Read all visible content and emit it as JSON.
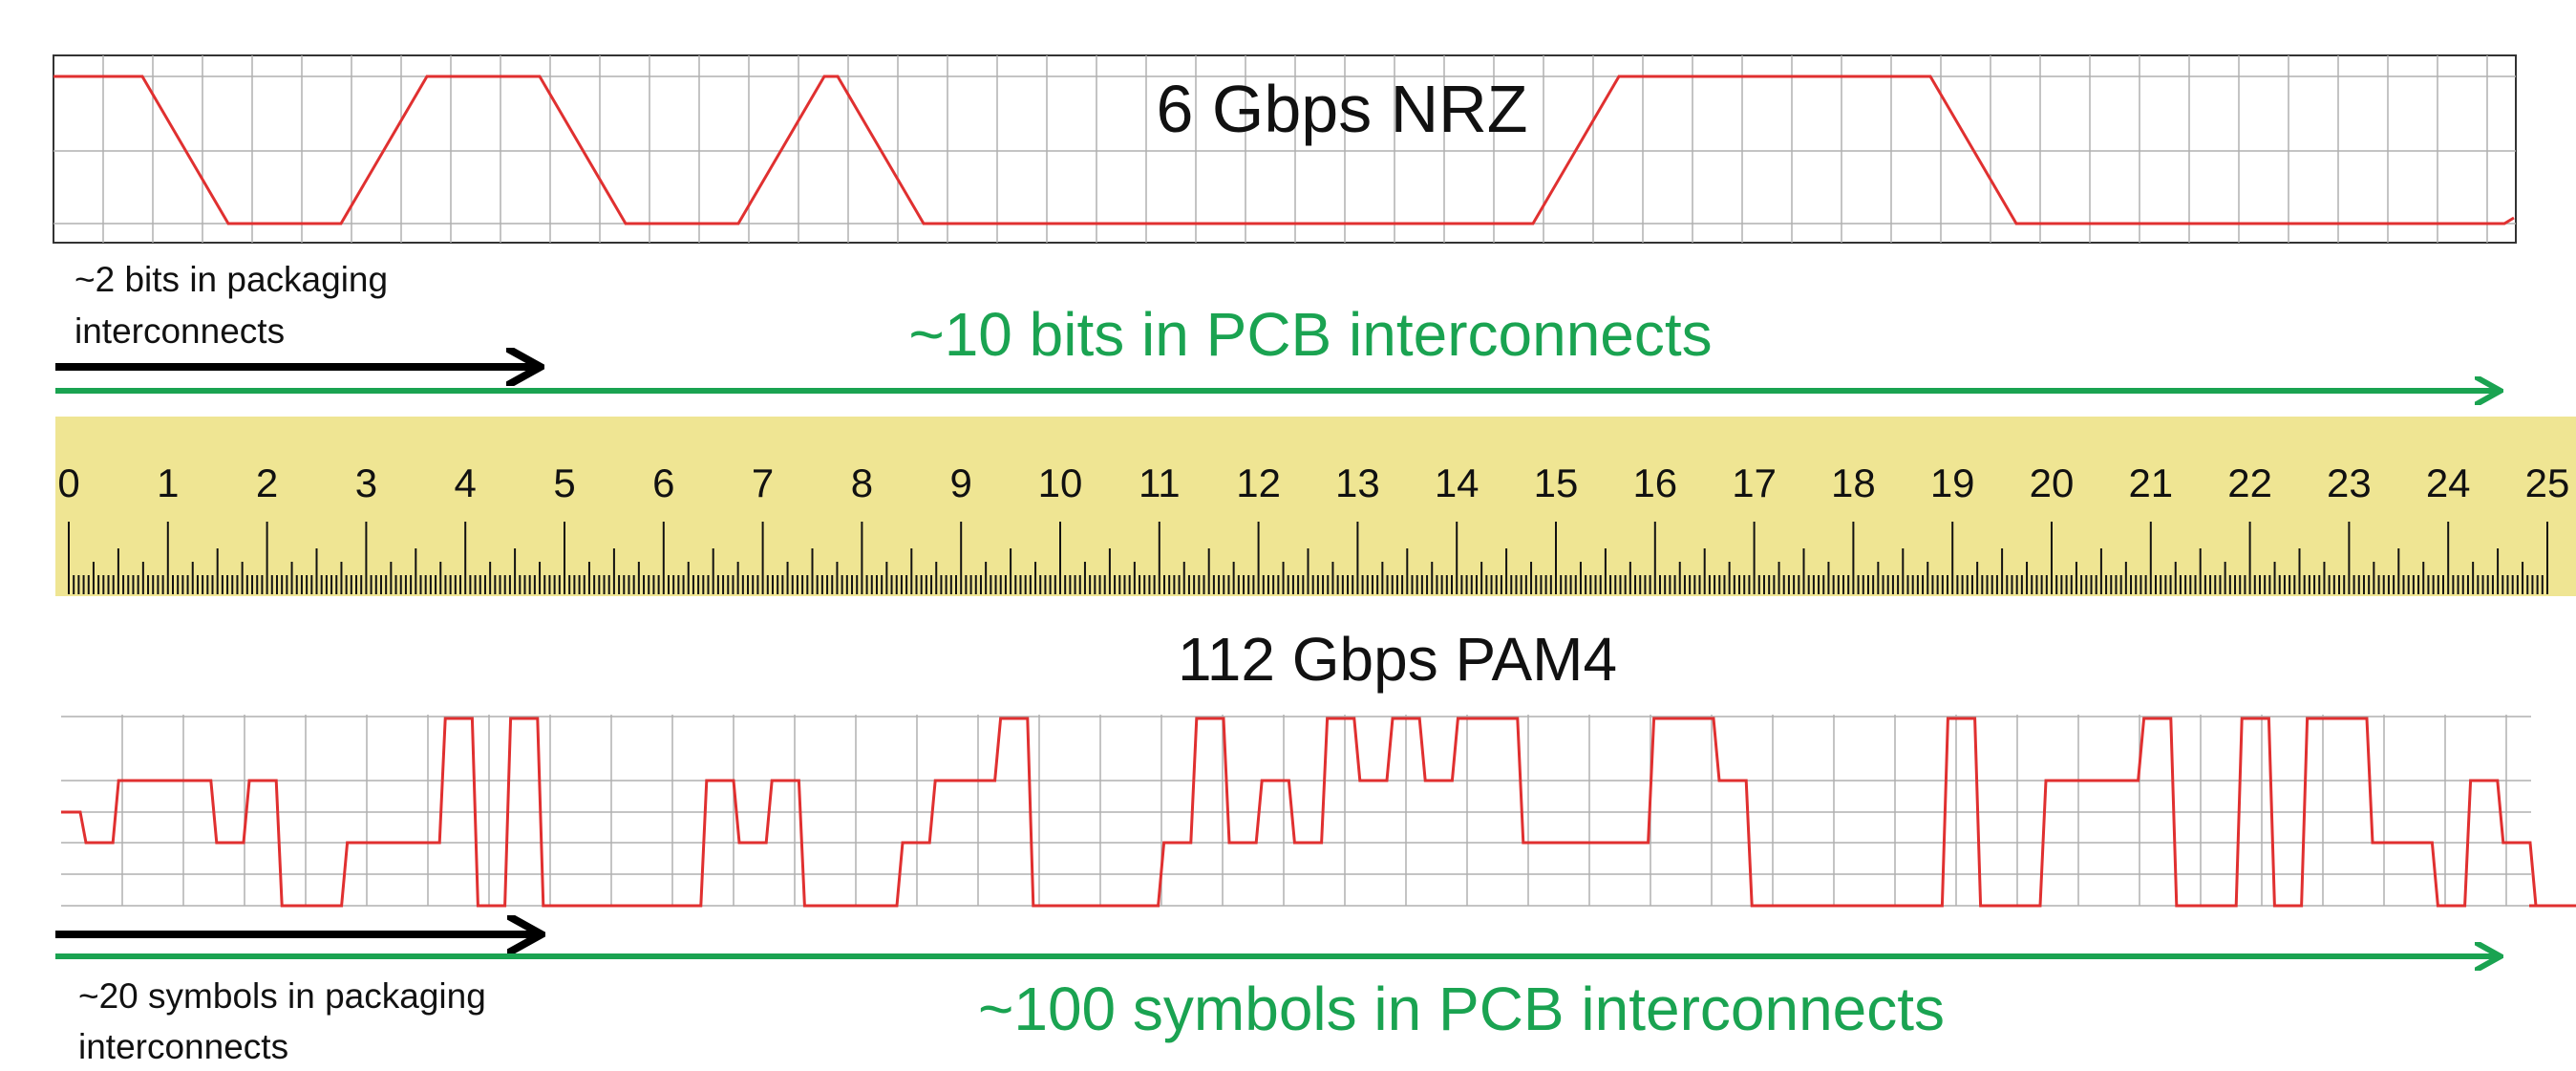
{
  "nrz": {
    "title": "6 Gbps NRZ",
    "levels": 2,
    "bit_sequence": [
      1,
      0,
      0,
      1,
      1,
      0,
      0,
      1,
      0,
      0,
      0,
      0,
      0,
      0,
      0,
      1,
      1,
      1,
      1,
      0,
      0
    ],
    "trace_color": "#e03030"
  },
  "pam4": {
    "title": "112 Gbps PAM4",
    "levels": 4,
    "trace_color": "#e03030"
  },
  "annotations": {
    "packaging_bits_line1": "~2 bits in packaging",
    "packaging_bits_line2": "interconnects",
    "pcb_bits": "~10 bits in PCB interconnects",
    "packaging_symbols_line1": "~20 symbols in packaging",
    "packaging_symbols_line2": "interconnects",
    "pcb_symbols": "~100 symbols in PCB  interconnects"
  },
  "ruler": {
    "labels": [
      "0",
      "1",
      "2",
      "3",
      "4",
      "5",
      "6",
      "7",
      "8",
      "9",
      "10",
      "11",
      "12",
      "13",
      "14",
      "15",
      "16",
      "17",
      "18",
      "19",
      "20",
      "21",
      "22",
      "23",
      "24",
      "25"
    ],
    "background": "#efe593"
  },
  "colors": {
    "green_arrow": "#1aa351",
    "black_arrow": "#000000",
    "grid": "#9a9a9a"
  }
}
